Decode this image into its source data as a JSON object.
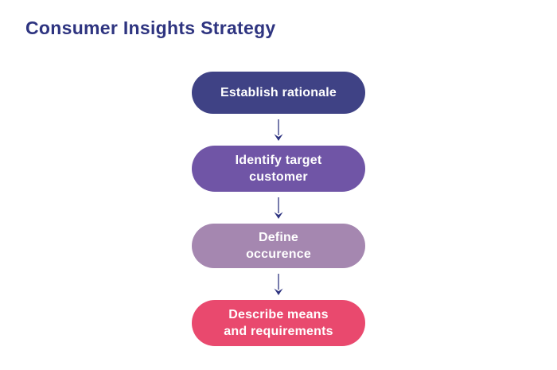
{
  "page": {
    "title": "Consumer Insights Strategy",
    "title_color": "#2E3480",
    "background_color": "#FFFFFF"
  },
  "flowchart": {
    "arrow_icon": "down-arrow",
    "arrow_color": "#2E3480",
    "text_color": "#FFFFFF",
    "steps": [
      {
        "label": "Establish rationale",
        "color": "#3F4285"
      },
      {
        "label": "Identify target\ncustomer",
        "color": "#7055A6"
      },
      {
        "label": "Define\noccurence",
        "color": "#A587B0"
      },
      {
        "label": "Describe means\nand requirements",
        "color": "#E9496E"
      }
    ]
  }
}
